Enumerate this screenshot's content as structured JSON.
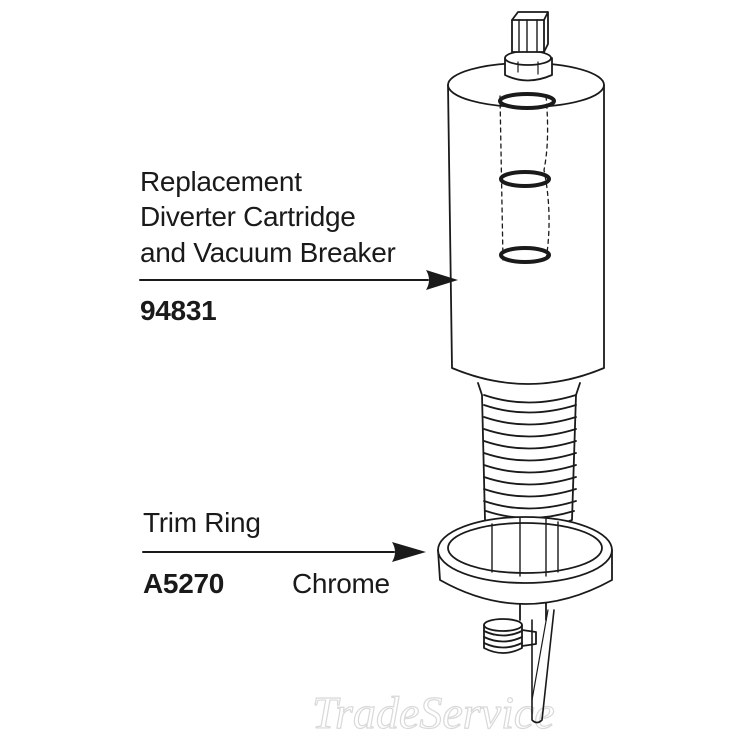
{
  "callouts": {
    "cartridge": {
      "title_line1": "Replacement",
      "title_line2": "Diverter Cartridge",
      "title_line3": "and Vacuum Breaker",
      "part_number": "94831"
    },
    "trim_ring": {
      "title": "Trim Ring",
      "part_number": "A5270",
      "finish": "Chrome"
    }
  },
  "watermark": {
    "text": "TradeService"
  },
  "colors": {
    "ink": "#1a1a1a",
    "background": "#ffffff",
    "watermark": "#d9d9d9"
  }
}
